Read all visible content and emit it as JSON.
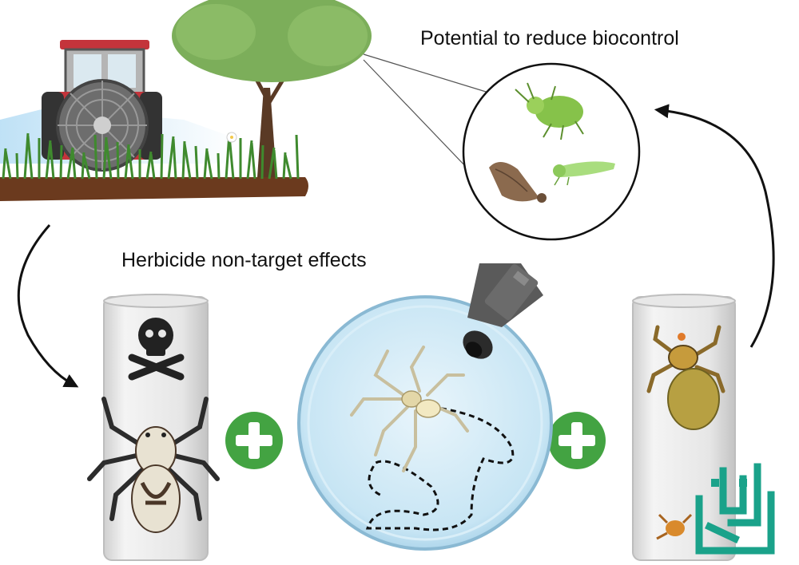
{
  "labels": {
    "biocontrol": "Potential to reduce biocontrol",
    "herbicide": "Herbicide non-target effects"
  },
  "icons": {
    "tractor": "tractor-sprayer-icon",
    "tree": "tree-icon",
    "aphid": "aphid-icon",
    "moth": "moth-icon",
    "leafhopper": "leafhopper-icon",
    "skull": "skull-crossbones-icon",
    "plus": "plus-icon",
    "camera": "camera-icon",
    "spider": "spider-icon",
    "logo": "watermark-logo"
  },
  "colors": {
    "plus_green": "#43a342",
    "spray": "#a9d6f2",
    "soil": "#6b3a1e",
    "tree_green": "#7cae5a",
    "dish_blue": "#bfe0f2",
    "logo_teal": "#1aa28a"
  }
}
